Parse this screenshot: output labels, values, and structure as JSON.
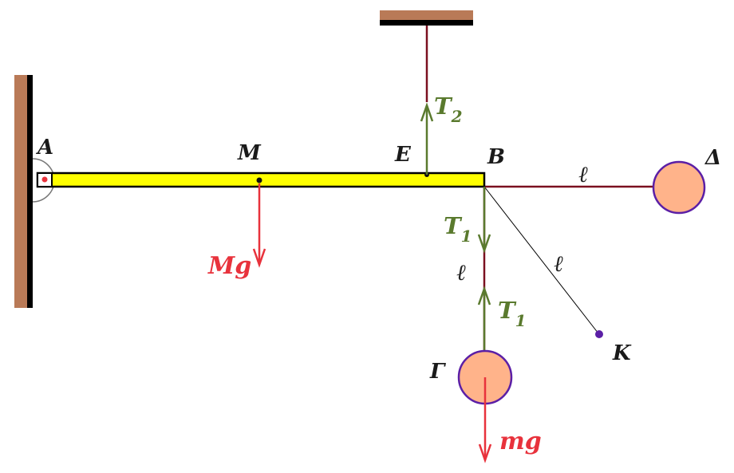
{
  "colors": {
    "wall": "#b97a57",
    "rod_fill": "#ffff00",
    "string": "#7b1020",
    "force_red": "#e8323c",
    "force_green": "#5a7a2e",
    "sphere_fill": "#ffb38a",
    "sphere_edge": "#5b1fa6"
  },
  "labels": {
    "A": "A",
    "M": "M",
    "E": "E",
    "B": "B",
    "Delta": "Δ",
    "Gamma": "Γ",
    "K": "K",
    "ell_rope": "ℓ",
    "ell_hang": "ℓ",
    "ell_diag": "ℓ"
  },
  "forces": {
    "Mg": "Mg",
    "mg": "mg",
    "T2_base": "T",
    "T2_sub": "2",
    "T1_base": "T",
    "T1_sub": "1",
    "T1b_base": "T",
    "T1b_sub": "1"
  }
}
